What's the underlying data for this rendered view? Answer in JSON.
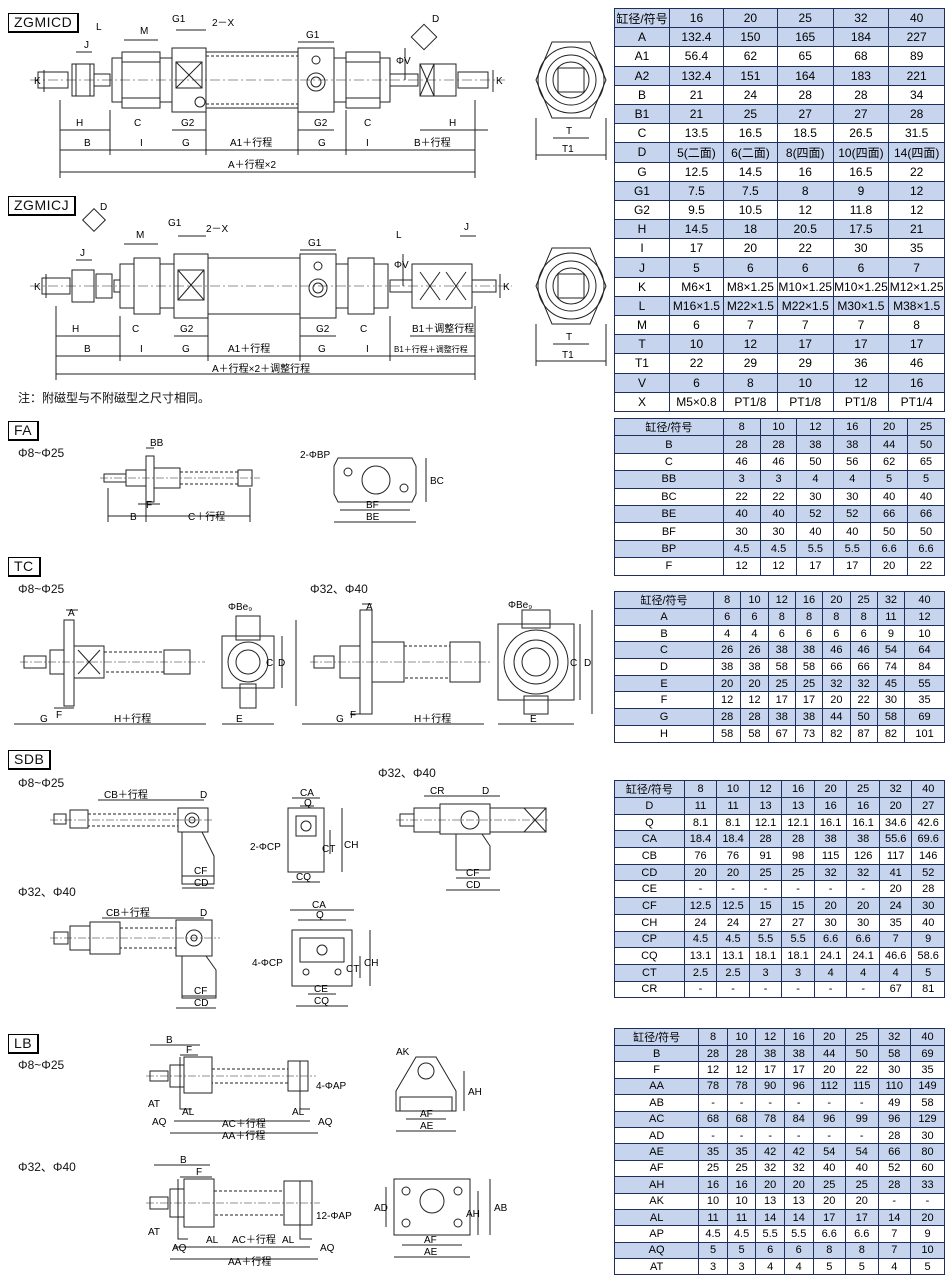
{
  "sections": {
    "zgmicd": "ZGMICD",
    "zgmicj": "ZGMICJ",
    "fa": "FA",
    "tc": "TC",
    "sdb": "SDB",
    "lb": "LB"
  },
  "sub_labels": {
    "fa_range": "Φ8~Φ25",
    "tc_range": "Φ8~Φ25",
    "tc_range_big": "Φ32、Φ40",
    "sdb_range": "Φ8~Φ25",
    "sdb_range_big_top": "Φ32、Φ40",
    "sdb_range_big": "Φ32、Φ40",
    "lb_range": "Φ8~Φ25",
    "lb_range_big": "Φ32、Φ40"
  },
  "note": "注：附磁型与不附磁型之尺寸相同。",
  "dim_labels": {
    "zgmicd": {
      "L": "L",
      "M": "M",
      "G1": "G1",
      "X": "2－X",
      "D": "D",
      "J": "J",
      "K": "K",
      "V": "ΦV",
      "H": "H",
      "C": "C",
      "G2": "G2",
      "B": "B",
      "I": "I",
      "G": "G",
      "A1": "A1＋行程",
      "B_plus": "B＋行程",
      "A_total": "A＋行程×2",
      "T": "T",
      "T1": "T1"
    },
    "zgmicj": {
      "D": "D",
      "M": "M",
      "G1": "G1",
      "X": "2－X",
      "L": "L",
      "J": "J",
      "K": "K",
      "V": "ΦV",
      "H": "H",
      "C": "C",
      "G2": "G2",
      "B": "B",
      "I": "I",
      "G": "G",
      "A1": "A1＋行程",
      "B1": "B1＋调整行程",
      "B1_total": "B1＋行程＋调整行程",
      "A_total": "A＋行程×2＋调整行程",
      "T": "T",
      "T1": "T1"
    },
    "fa": {
      "BB": "BB",
      "B": "B",
      "F": "F",
      "C": "C＋行程",
      "BP": "2-ΦBP",
      "BC": "BC",
      "BF": "BF",
      "BE": "BE"
    },
    "tc": {
      "A": "A",
      "Be": "ΦBe₉",
      "C": "C",
      "D": "D",
      "F": "F",
      "G": "G",
      "H": "H＋行程",
      "E": "E"
    },
    "sdb": {
      "CB": "CB＋行程",
      "D": "D",
      "CA": "CA",
      "Q": "Q",
      "CP2": "2-ΦCP",
      "CT": "CT",
      "CH": "CH",
      "CQ": "CQ",
      "CF": "CF",
      "CD": "CD",
      "CR": "CR",
      "CP4": "4-ΦCP",
      "CE": "CE"
    },
    "lb": {
      "B": "B",
      "F": "F",
      "AP4": "4-ΦAP",
      "AT": "AT",
      "AL": "AL",
      "AQ": "AQ",
      "AC": "AC＋行程",
      "AA": "AA＋行程",
      "AK": "AK",
      "AH": "AH",
      "AF": "AF",
      "AE": "AE",
      "AP12": "12-ΦAP",
      "AD": "AD",
      "AB": "AB"
    }
  },
  "tables": {
    "main": {
      "header": [
        "缸径/符号",
        "16",
        "20",
        "25",
        "32",
        "40"
      ],
      "rows": [
        [
          "A",
          "132.4",
          "150",
          "165",
          "184",
          "227"
        ],
        [
          "A1",
          "56.4",
          "62",
          "65",
          "68",
          "89"
        ],
        [
          "A2",
          "132.4",
          "151",
          "164",
          "183",
          "221"
        ],
        [
          "B",
          "21",
          "24",
          "28",
          "28",
          "34"
        ],
        [
          "B1",
          "21",
          "25",
          "27",
          "27",
          "28"
        ],
        [
          "C",
          "13.5",
          "16.5",
          "18.5",
          "26.5",
          "31.5"
        ],
        [
          "D",
          "5(二面)",
          "6(二面)",
          "8(四面)",
          "10(四面)",
          "14(四面)"
        ],
        [
          "G",
          "12.5",
          "14.5",
          "16",
          "16.5",
          "22"
        ],
        [
          "G1",
          "7.5",
          "7.5",
          "8",
          "9",
          "12"
        ],
        [
          "G2",
          "9.5",
          "10.5",
          "12",
          "11.8",
          "12"
        ],
        [
          "H",
          "14.5",
          "18",
          "20.5",
          "17.5",
          "21"
        ],
        [
          "I",
          "17",
          "20",
          "22",
          "30",
          "35"
        ],
        [
          "J",
          "5",
          "6",
          "6",
          "6",
          "7"
        ],
        [
          "K",
          "M6×1",
          "M8×1.25",
          "M10×1.25",
          "M10×1.25",
          "M12×1.25"
        ],
        [
          "L",
          "M16×1.5",
          "M22×1.5",
          "M22×1.5",
          "M30×1.5",
          "M38×1.5"
        ],
        [
          "M",
          "6",
          "7",
          "7",
          "7",
          "8"
        ],
        [
          "T",
          "10",
          "12",
          "17",
          "17",
          "17"
        ],
        [
          "T1",
          "22",
          "29",
          "29",
          "36",
          "46"
        ],
        [
          "V",
          "6",
          "8",
          "10",
          "12",
          "16"
        ],
        [
          "X",
          "M5×0.8",
          "PT1/8",
          "PT1/8",
          "PT1/8",
          "PT1/4"
        ]
      ]
    },
    "fa": {
      "header": [
        "缸径/符号",
        "8",
        "10",
        "12",
        "16",
        "20",
        "25"
      ],
      "rows": [
        [
          "B",
          "28",
          "28",
          "38",
          "38",
          "44",
          "50"
        ],
        [
          "C",
          "46",
          "46",
          "50",
          "56",
          "62",
          "65"
        ],
        [
          "BB",
          "3",
          "3",
          "4",
          "4",
          "5",
          "5"
        ],
        [
          "BC",
          "22",
          "22",
          "30",
          "30",
          "40",
          "40"
        ],
        [
          "BE",
          "40",
          "40",
          "52",
          "52",
          "66",
          "66"
        ],
        [
          "BF",
          "30",
          "30",
          "40",
          "40",
          "50",
          "50"
        ],
        [
          "BP",
          "4.5",
          "4.5",
          "5.5",
          "5.5",
          "6.6",
          "6.6"
        ],
        [
          "F",
          "12",
          "12",
          "17",
          "17",
          "20",
          "22"
        ]
      ]
    },
    "tc": {
      "header": [
        "缸径/符号",
        "8",
        "10",
        "12",
        "16",
        "20",
        "25",
        "32",
        "40"
      ],
      "rows": [
        [
          "A",
          "6",
          "6",
          "8",
          "8",
          "8",
          "8",
          "11",
          "12"
        ],
        [
          "B",
          "4",
          "4",
          "6",
          "6",
          "6",
          "6",
          "9",
          "10"
        ],
        [
          "C",
          "26",
          "26",
          "38",
          "38",
          "46",
          "46",
          "54",
          "64"
        ],
        [
          "D",
          "38",
          "38",
          "58",
          "58",
          "66",
          "66",
          "74",
          "84"
        ],
        [
          "E",
          "20",
          "20",
          "25",
          "25",
          "32",
          "32",
          "45",
          "55"
        ],
        [
          "F",
          "12",
          "12",
          "17",
          "17",
          "20",
          "22",
          "30",
          "35"
        ],
        [
          "G",
          "28",
          "28",
          "38",
          "38",
          "44",
          "50",
          "58",
          "69"
        ],
        [
          "H",
          "58",
          "58",
          "67",
          "73",
          "82",
          "87",
          "82",
          "101"
        ]
      ]
    },
    "sdb": {
      "header": [
        "缸径/符号",
        "8",
        "10",
        "12",
        "16",
        "20",
        "25",
        "32",
        "40"
      ],
      "rows": [
        [
          "D",
          "11",
          "11",
          "13",
          "13",
          "16",
          "16",
          "20",
          "27"
        ],
        [
          "Q",
          "8.1",
          "8.1",
          "12.1",
          "12.1",
          "16.1",
          "16.1",
          "34.6",
          "42.6"
        ],
        [
          "CA",
          "18.4",
          "18.4",
          "28",
          "28",
          "38",
          "38",
          "55.6",
          "69.6"
        ],
        [
          "CB",
          "76",
          "76",
          "91",
          "98",
          "115",
          "126",
          "117",
          "146"
        ],
        [
          "CD",
          "20",
          "20",
          "25",
          "25",
          "32",
          "32",
          "41",
          "52"
        ],
        [
          "CE",
          "-",
          "-",
          "-",
          "-",
          "-",
          "-",
          "20",
          "28"
        ],
        [
          "CF",
          "12.5",
          "12.5",
          "15",
          "15",
          "20",
          "20",
          "24",
          "30"
        ],
        [
          "CH",
          "24",
          "24",
          "27",
          "27",
          "30",
          "30",
          "35",
          "40"
        ],
        [
          "CP",
          "4.5",
          "4.5",
          "5.5",
          "5.5",
          "6.6",
          "6.6",
          "7",
          "9"
        ],
        [
          "CQ",
          "13.1",
          "13.1",
          "18.1",
          "18.1",
          "24.1",
          "24.1",
          "46.6",
          "58.6"
        ],
        [
          "CT",
          "2.5",
          "2.5",
          "3",
          "3",
          "4",
          "4",
          "4",
          "5"
        ],
        [
          "CR",
          "-",
          "-",
          "-",
          "-",
          "-",
          "-",
          "67",
          "81"
        ]
      ]
    },
    "lb": {
      "header": [
        "缸径/符号",
        "8",
        "10",
        "12",
        "16",
        "20",
        "25",
        "32",
        "40"
      ],
      "rows": [
        [
          "B",
          "28",
          "28",
          "38",
          "38",
          "44",
          "50",
          "58",
          "69"
        ],
        [
          "F",
          "12",
          "12",
          "17",
          "17",
          "20",
          "22",
          "30",
          "35"
        ],
        [
          "AA",
          "78",
          "78",
          "90",
          "96",
          "112",
          "115",
          "110",
          "149"
        ],
        [
          "AB",
          "-",
          "-",
          "-",
          "-",
          "-",
          "-",
          "49",
          "58"
        ],
        [
          "AC",
          "68",
          "68",
          "78",
          "84",
          "96",
          "99",
          "96",
          "129"
        ],
        [
          "AD",
          "-",
          "-",
          "-",
          "-",
          "-",
          "-",
          "28",
          "30"
        ],
        [
          "AE",
          "35",
          "35",
          "42",
          "42",
          "54",
          "54",
          "66",
          "80"
        ],
        [
          "AF",
          "25",
          "25",
          "32",
          "32",
          "40",
          "40",
          "52",
          "60"
        ],
        [
          "AH",
          "16",
          "16",
          "20",
          "20",
          "25",
          "25",
          "28",
          "33"
        ],
        [
          "AK",
          "10",
          "10",
          "13",
          "13",
          "20",
          "20",
          "-",
          "-"
        ],
        [
          "AL",
          "11",
          "11",
          "14",
          "14",
          "17",
          "17",
          "14",
          "20"
        ],
        [
          "AP",
          "4.5",
          "4.5",
          "5.5",
          "5.5",
          "6.6",
          "6.6",
          "7",
          "9"
        ],
        [
          "AQ",
          "5",
          "5",
          "6",
          "6",
          "8",
          "8",
          "7",
          "10"
        ],
        [
          "AT",
          "3",
          "3",
          "4",
          "4",
          "5",
          "5",
          "4",
          "5"
        ]
      ]
    }
  }
}
